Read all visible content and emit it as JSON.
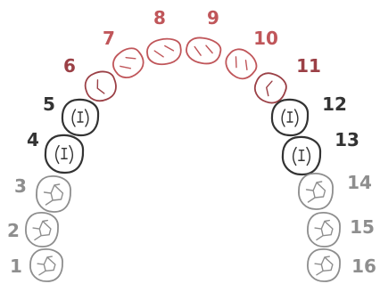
{
  "colors": {
    "anterior": "#c0565a",
    "canine": "#9b4046",
    "premolar": "#333333",
    "molar": "#8e8e8e"
  },
  "teeth": [
    {
      "number": "1",
      "type": "molar",
      "icon": "molar-tooth-icon"
    },
    {
      "number": "2",
      "type": "molar",
      "icon": "molar-tooth-icon"
    },
    {
      "number": "3",
      "type": "molar",
      "icon": "molar-tooth-icon"
    },
    {
      "number": "4",
      "type": "premolar",
      "icon": "premolar-tooth-icon"
    },
    {
      "number": "5",
      "type": "premolar",
      "icon": "premolar-tooth-icon"
    },
    {
      "number": "6",
      "type": "canine",
      "icon": "canine-tooth-icon"
    },
    {
      "number": "7",
      "type": "anterior",
      "icon": "incisor-tooth-icon"
    },
    {
      "number": "8",
      "type": "anterior",
      "icon": "incisor-tooth-icon"
    },
    {
      "number": "9",
      "type": "anterior",
      "icon": "incisor-tooth-icon"
    },
    {
      "number": "10",
      "type": "anterior",
      "icon": "incisor-tooth-icon"
    },
    {
      "number": "11",
      "type": "canine",
      "icon": "canine-tooth-icon"
    },
    {
      "number": "12",
      "type": "premolar",
      "icon": "premolar-tooth-icon"
    },
    {
      "number": "13",
      "type": "premolar",
      "icon": "premolar-tooth-icon"
    },
    {
      "number": "14",
      "type": "molar",
      "icon": "molar-tooth-icon"
    },
    {
      "number": "15",
      "type": "molar",
      "icon": "molar-tooth-icon"
    },
    {
      "number": "16",
      "type": "molar",
      "icon": "molar-tooth-icon"
    }
  ]
}
